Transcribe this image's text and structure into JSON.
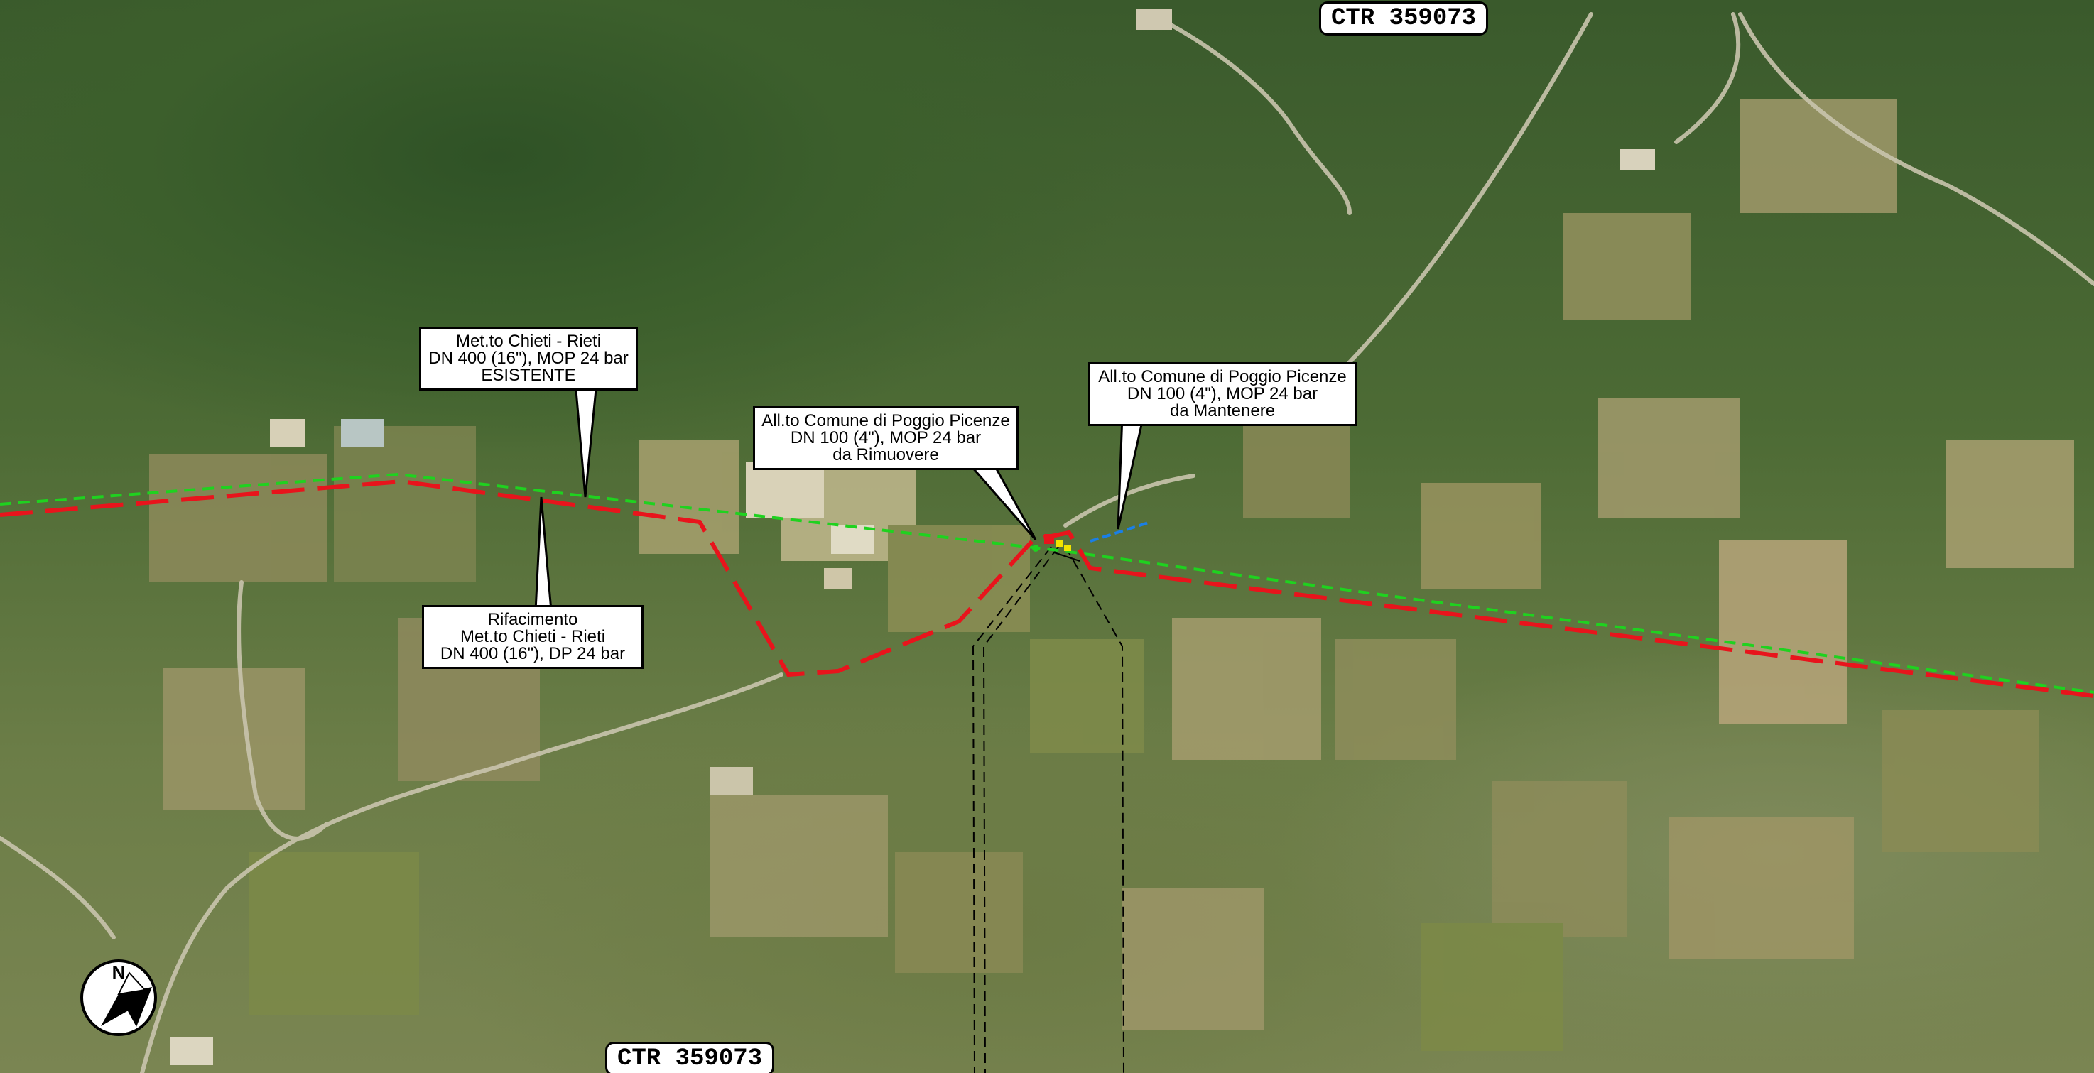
{
  "map": {
    "ctr_labels": {
      "top": "CTR 359073",
      "bottom": "CTR 359073"
    },
    "north_label": "N",
    "north_icon": "north-arrow-icon",
    "callouts": {
      "existing_main": {
        "lines": [
          "Met.to Chieti - Rieti",
          "DN 400 (16\"), MOP 24 bar",
          "ESISTENTE"
        ]
      },
      "rebuild_main": {
        "lines": [
          "Rifacimento",
          "Met.to Chieti - Rieti",
          "DN 400 (16\"), DP 24 bar"
        ]
      },
      "branch_remove": {
        "lines": [
          "All.to  Comune di Poggio Picenze",
          "DN 100 (4\"), MOP 24 bar",
          "da Rimuovere"
        ]
      },
      "branch_keep": {
        "lines": [
          "All.to  Comune di Poggio Picenze",
          "DN 100 (4\"), MOP 24 bar",
          "da Mantenere"
        ]
      }
    },
    "colors": {
      "existing_line": "#1fd21f",
      "rebuild_line": "#e8141c",
      "branch_keep_line": "#1a7fe6",
      "road": "#c9c4ad",
      "field_light": "#a59a6c",
      "field_dark": "#6c7a3f"
    }
  }
}
